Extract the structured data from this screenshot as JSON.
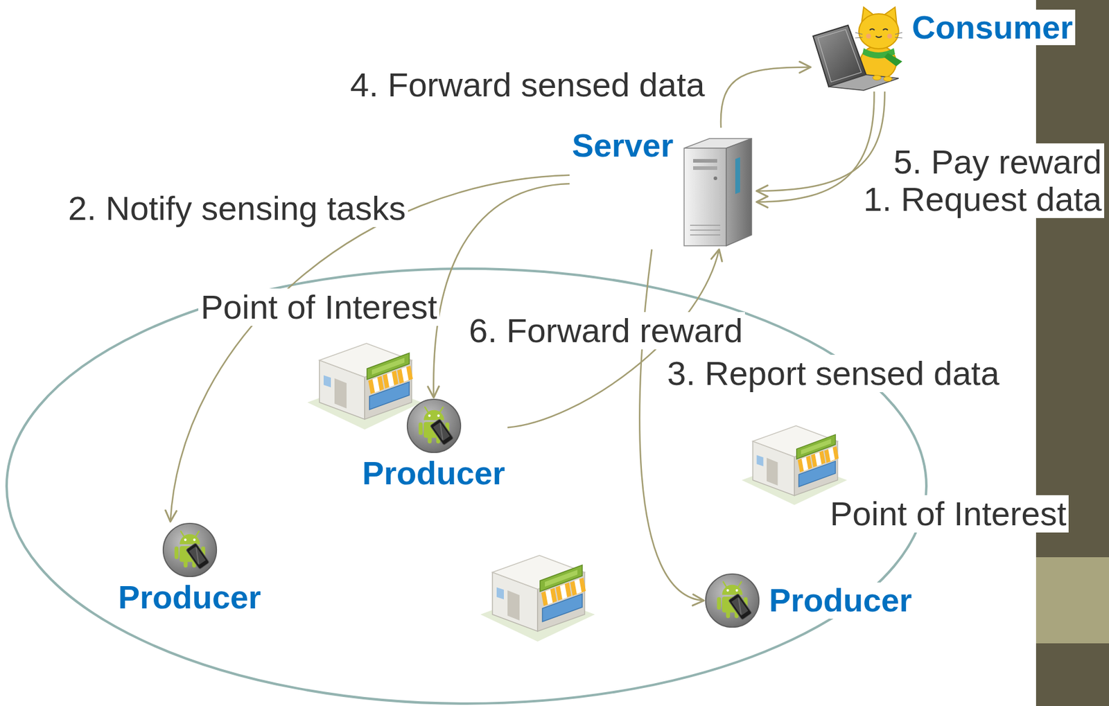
{
  "diagram": {
    "nodes": [
      {
        "text": [
          "Consumer"
        ]
      },
      {
        "text": [
          "Server"
        ]
      },
      {
        "text": [
          "Producer"
        ]
      },
      {
        "text": [
          "Producer"
        ]
      },
      {
        "text": [
          "Producer"
        ]
      }
    ],
    "edges": [
      {
        "from": 0,
        "to": 1,
        "arrow": "to",
        "label": "1. Request data"
      },
      {
        "from": 0,
        "to": 1,
        "arrow": "to",
        "label": "5. Pay reward"
      },
      {
        "from": 1,
        "to": 0,
        "arrow": "to",
        "label": "4. Forward sensed data"
      },
      {
        "from": 1,
        "to": 4,
        "arrow": "to",
        "label": "2. Notify sensing tasks"
      },
      {
        "from": 1,
        "to": 2,
        "arrow": "to"
      },
      {
        "from": 1,
        "to": 3,
        "arrow": "to",
        "label": "3. Report sensed data"
      },
      {
        "from": 2,
        "to": 1,
        "arrow": "to",
        "label": "6. Forward reward"
      }
    ],
    "labels": [
      "Point of Interest",
      "Point of Interest"
    ]
  }
}
